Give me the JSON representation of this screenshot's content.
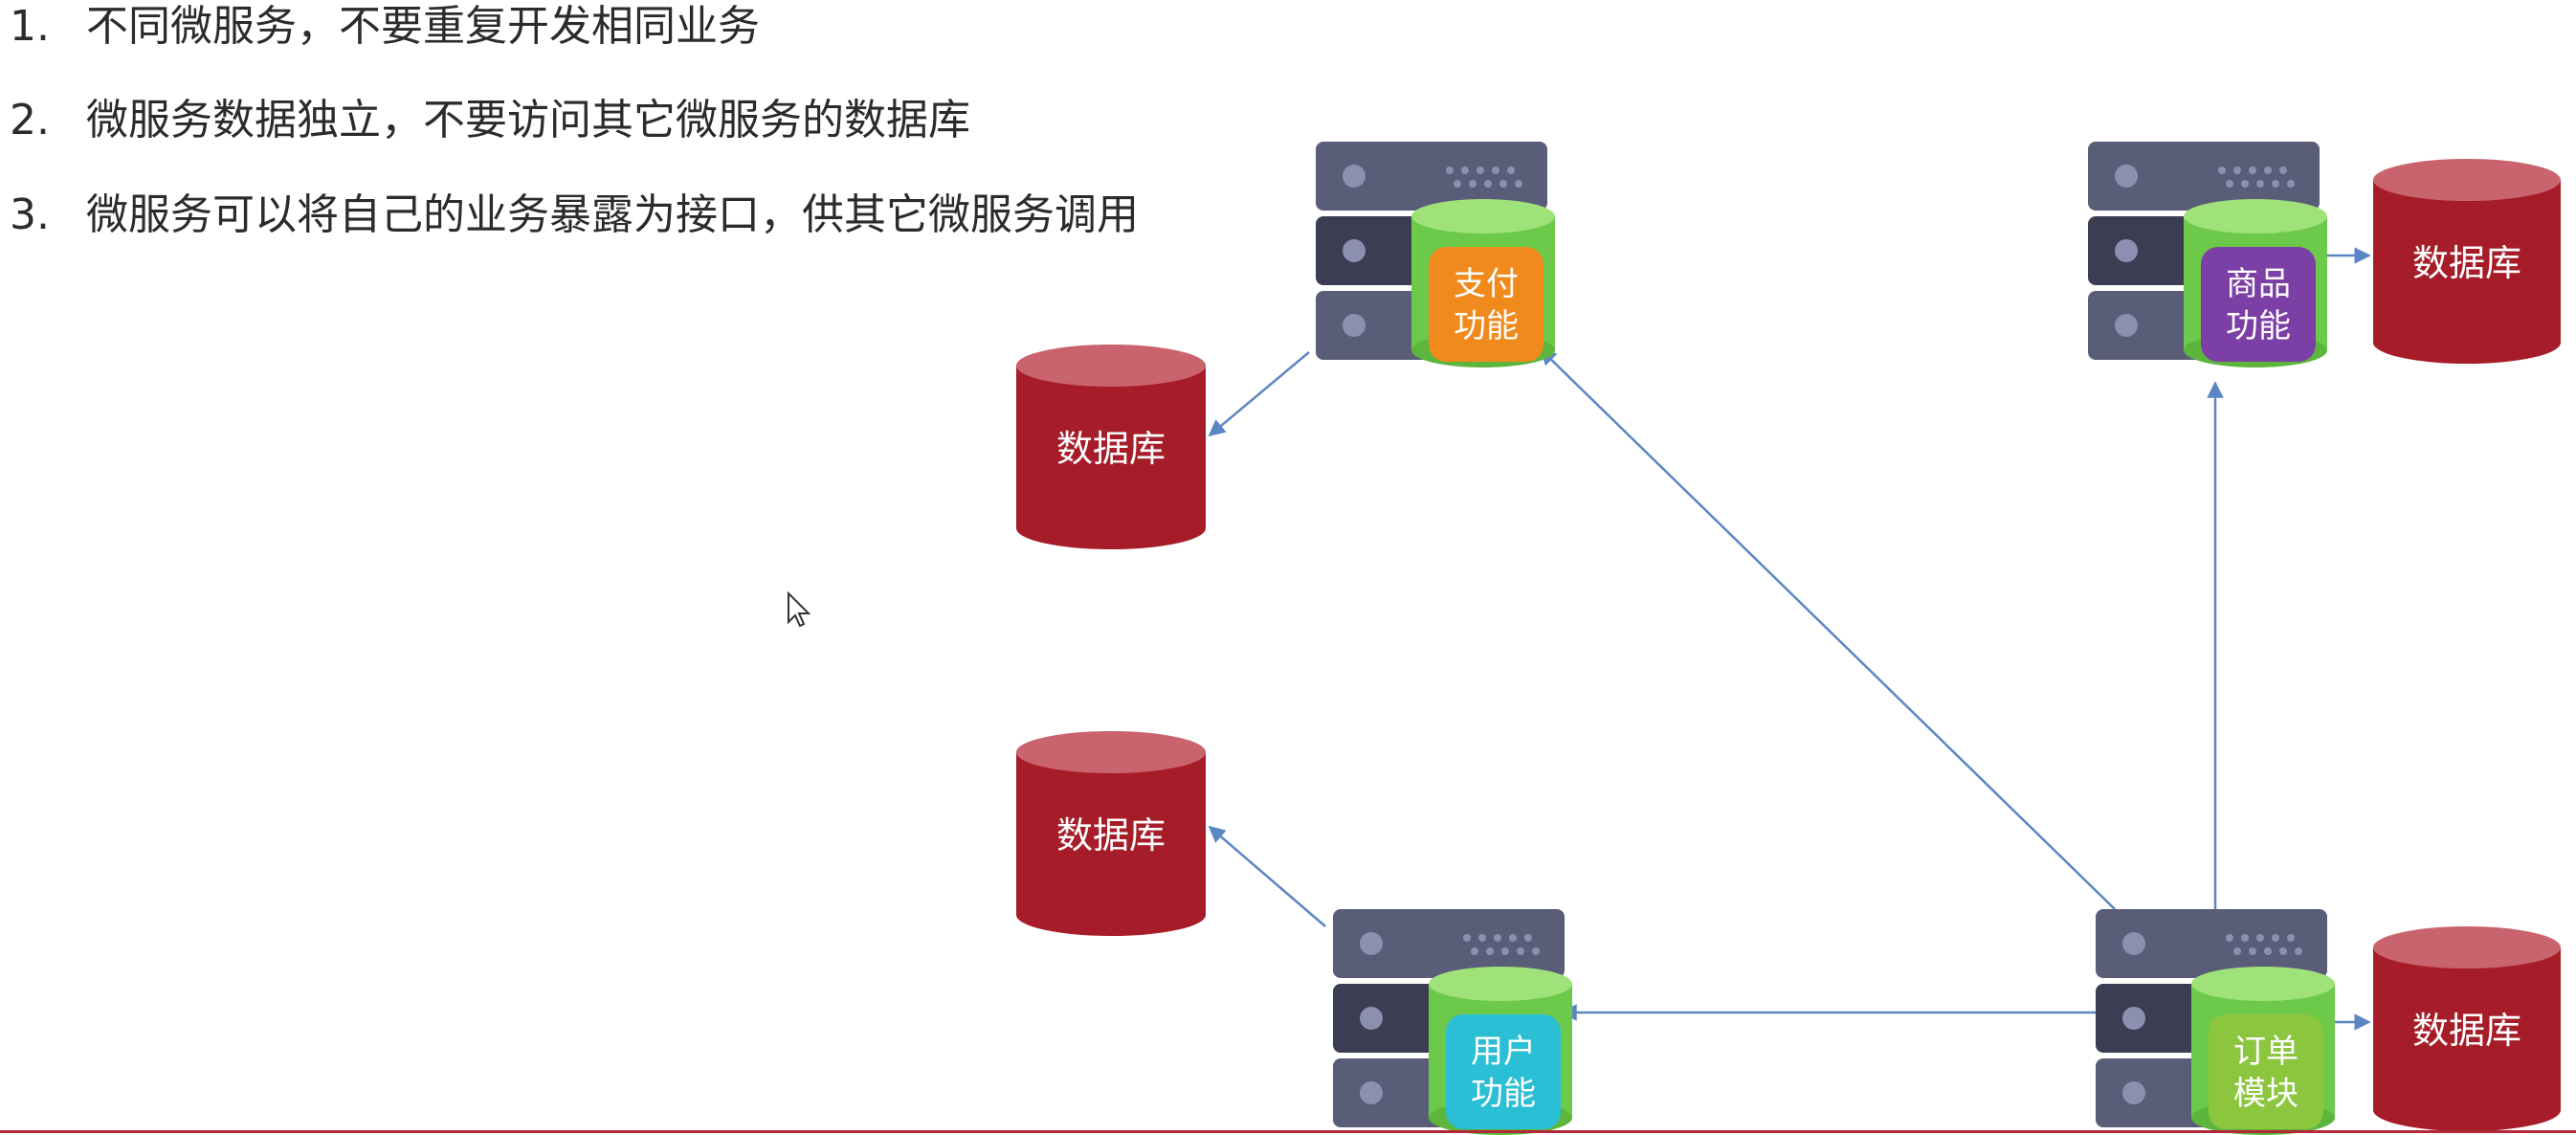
{
  "rules": [
    {
      "num": "1.",
      "text": "不同微服务，不要重复开发相同业务"
    },
    {
      "num": "2.",
      "text": "微服务数据独立，不要访问其它微服务的数据库"
    },
    {
      "num": "3.",
      "text": "微服务可以将自己的业务暴露为接口，供其它微服务调用"
    }
  ],
  "services": [
    {
      "id": "pay",
      "line1": "支付",
      "line2": "功能",
      "color": "#f08a1c"
    },
    {
      "id": "product",
      "line1": "商品",
      "line2": "功能",
      "color": "#7b3fa6"
    },
    {
      "id": "user",
      "line1": "用户",
      "line2": "功能",
      "color": "#2bbfd6"
    },
    {
      "id": "order",
      "line1": "订单",
      "line2": "模块",
      "color": "#8cc63f"
    }
  ],
  "databases": [
    {
      "id": "db-pay",
      "label": "数据库"
    },
    {
      "id": "db-product",
      "label": "数据库"
    },
    {
      "id": "db-user",
      "label": "数据库"
    },
    {
      "id": "db-order",
      "label": "数据库"
    }
  ],
  "colors": {
    "database": "#a61c28",
    "database_top": "#c9646e",
    "server": "#5a5d78",
    "server_dark": "#3b3e52",
    "cylinder": "#7fd65a",
    "arrow": "#5b86c4",
    "accent_line": "#b22a37"
  }
}
